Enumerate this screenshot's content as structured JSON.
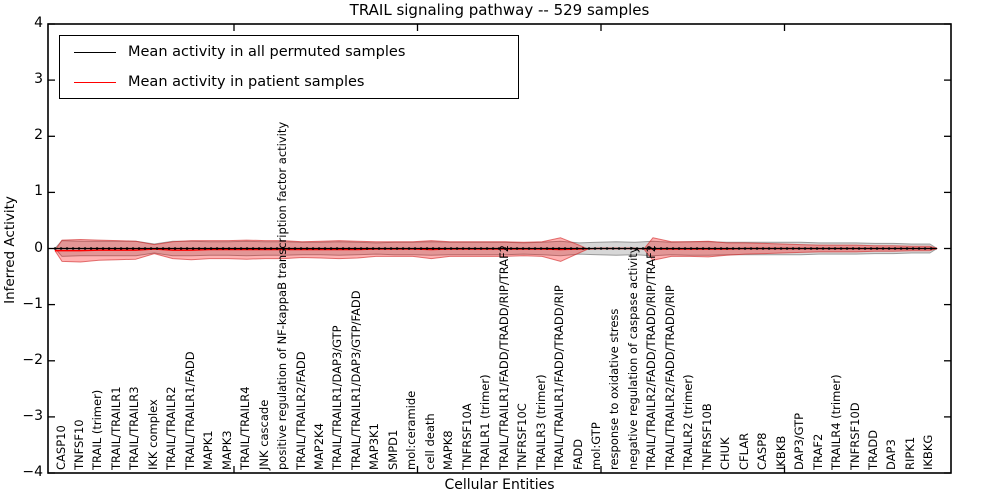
{
  "title": "TRAIL signaling pathway -- 529 samples",
  "axes": {
    "ylabel": "Inferred Activity",
    "xlabel": "Cellular Entities",
    "ytick_labels": [
      "4",
      "3",
      "2",
      "1",
      "0",
      "−1",
      "−2",
      "−3",
      "−4"
    ]
  },
  "legend": {
    "entries": [
      {
        "label": "Mean activity in all permuted samples",
        "color": "#000000"
      },
      {
        "label": "Mean activity in patient samples",
        "color": "#ff0000"
      }
    ]
  },
  "chart_data": {
    "type": "violin",
    "title": "TRAIL signaling pathway -- 529 samples",
    "xlabel": "Cellular Entities",
    "ylabel": "Inferred Activity",
    "ylim": [
      -4,
      4
    ],
    "yticks": [
      4,
      3,
      2,
      1,
      0,
      -1,
      -2,
      -3,
      -4
    ],
    "grid": false,
    "legend_position": "upper left",
    "categories": [
      "CASP10",
      "TNFSF10",
      "TRAIL (trimer)",
      "TRAIL/TRAILR1",
      "TRAIL/TRAILR3",
      "IKK complex",
      "TRAIL/TRAILR2",
      "TRAIL/TRAILR1/FADD",
      "MAPK1",
      "MAPK3",
      "TRAIL/TRAILR4",
      "JNK cascade",
      "positive regulation of NF-kappaB transcription factor activity",
      "TRAIL/TRAILR2/FADD",
      "MAP2K4",
      "TRAIL/TRAILR1/DAP3/GTP",
      "TRAIL/TRAILR1/DAP3/GTP/FADD",
      "MAP3K1",
      "SMPD1",
      "mol:ceramide",
      "cell death",
      "MAPK8",
      "TNFRSF10A",
      "TRAILR1 (trimer)",
      "TRAIL/TRAILR1/FADD/TRADD/RIP/TRAF2",
      "TNFRSF10C",
      "TRAILR3 (trimer)",
      "TRAIL/TRAILR1/FADD/TRADD/RIP",
      "FADD",
      "mol:GTP",
      "response to oxidative stress",
      "negative regulation of caspase activity",
      "TRAIL/TRAILR2/FADD/TRADD/RIP/TRAF2",
      "TRAIL/TRAILR2/FADD/TRADD/RIP",
      "TRAILR2 (trimer)",
      "TNFRSF10B",
      "CHUK",
      "CFLAR",
      "CASP8",
      "IKBKB",
      "DAP3/GTP",
      "TRAF2",
      "TRAILR4 (trimer)",
      "TNFRSF10D",
      "TRADD",
      "DAP3",
      "RIPK1",
      "IKBKG"
    ],
    "series": [
      {
        "name": "Mean activity in all permuted samples",
        "color": "#000000",
        "fill_color": "rgba(130,130,130,0.32)",
        "edge_color": "rgba(90,90,90,0.55)",
        "means": [
          0,
          0,
          0,
          0,
          0,
          0,
          0,
          0,
          0,
          0,
          0,
          0,
          0,
          0,
          0,
          0,
          0,
          0,
          0,
          0,
          0,
          0,
          0,
          0,
          0,
          0,
          0,
          0,
          0,
          0,
          0,
          0,
          0,
          0,
          0,
          0,
          0,
          0,
          0,
          0,
          0,
          0,
          0,
          0,
          0,
          0,
          0,
          0
        ],
        "half_widths": [
          0.14,
          0.13,
          0.13,
          0.13,
          0.13,
          0.08,
          0.13,
          0.13,
          0.12,
          0.12,
          0.13,
          0.12,
          0.12,
          0.11,
          0.11,
          0.12,
          0.11,
          0.1,
          0.11,
          0.11,
          0.12,
          0.11,
          0.11,
          0.11,
          0.11,
          0.1,
          0.11,
          0.13,
          0.1,
          0.11,
          0.12,
          0.11,
          0.13,
          0.11,
          0.12,
          0.12,
          0.11,
          0.11,
          0.11,
          0.11,
          0.11,
          0.1,
          0.1,
          0.1,
          0.09,
          0.09,
          0.08,
          0.08
        ]
      },
      {
        "name": "Mean activity in patient samples",
        "color": "#ff0000",
        "fill_color": "rgba(255,0,0,0.30)",
        "edge_color": "rgba(211,47,47,0.65)",
        "means": [
          -0.04,
          -0.04,
          -0.03,
          -0.03,
          -0.03,
          -0.01,
          -0.03,
          -0.03,
          -0.02,
          -0.02,
          -0.02,
          -0.02,
          -0.02,
          -0.02,
          -0.02,
          -0.02,
          -0.02,
          -0.01,
          -0.01,
          -0.01,
          -0.02,
          -0.01,
          -0.01,
          -0.01,
          -0.01,
          -0.01,
          -0.01,
          -0.02,
          -0.01,
          0,
          0,
          0,
          -0.01,
          -0.01,
          -0.01,
          -0.01,
          -0.01,
          0,
          0,
          0,
          0,
          0,
          0,
          0,
          0,
          0,
          0,
          0
        ],
        "half_widths": [
          0.19,
          0.2,
          0.18,
          0.17,
          0.16,
          0.08,
          0.15,
          0.17,
          0.16,
          0.16,
          0.17,
          0.16,
          0.16,
          0.14,
          0.15,
          0.16,
          0.15,
          0.13,
          0.13,
          0.13,
          0.16,
          0.13,
          0.13,
          0.13,
          0.13,
          0.12,
          0.13,
          0.21,
          0.07,
          0,
          0,
          0,
          0.2,
          0.13,
          0.13,
          0.14,
          0.11,
          0.1,
          0.09,
          0.08,
          0.07,
          0.06,
          0.06,
          0.06,
          0.05,
          0.05,
          0.04,
          0.04
        ]
      }
    ]
  }
}
